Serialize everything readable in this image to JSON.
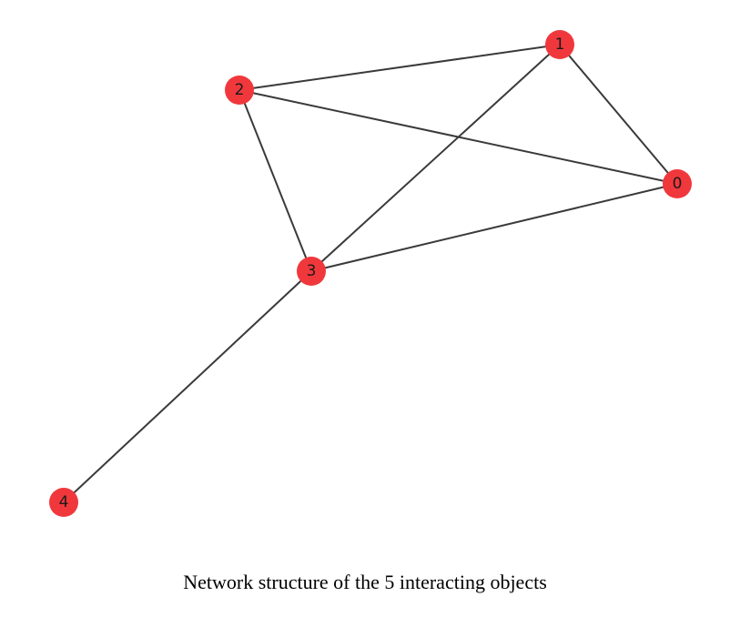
{
  "diagram": {
    "caption": "Network structure of the 5 interacting objects",
    "node_color": "#f0383c",
    "edge_color": "#3a3a3a",
    "nodes": [
      {
        "id": "0",
        "label": "0"
      },
      {
        "id": "1",
        "label": "1"
      },
      {
        "id": "2",
        "label": "2"
      },
      {
        "id": "3",
        "label": "3"
      },
      {
        "id": "4",
        "label": "4"
      }
    ],
    "edges": [
      {
        "source": "0",
        "target": "1"
      },
      {
        "source": "0",
        "target": "2"
      },
      {
        "source": "0",
        "target": "3"
      },
      {
        "source": "1",
        "target": "2"
      },
      {
        "source": "1",
        "target": "3"
      },
      {
        "source": "2",
        "target": "3"
      },
      {
        "source": "3",
        "target": "4"
      }
    ]
  }
}
